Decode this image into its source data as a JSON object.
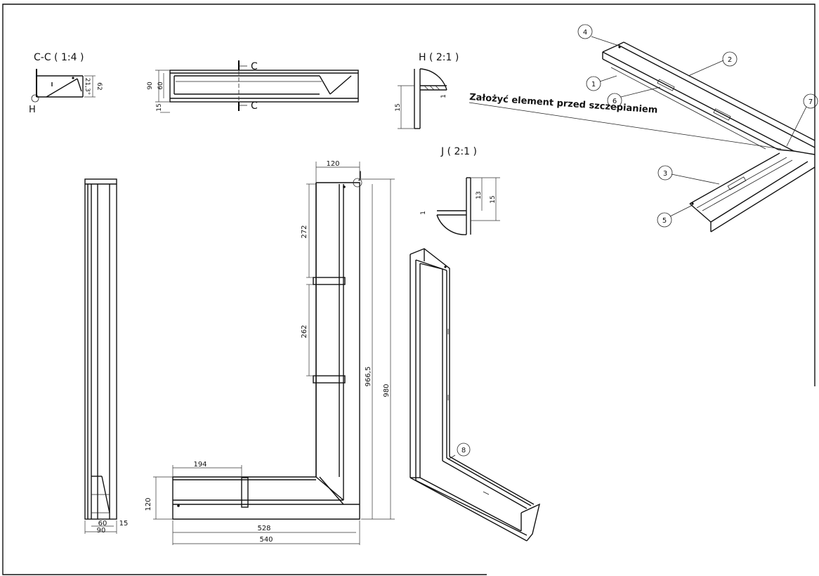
{
  "views": {
    "section_cc": {
      "title": "C-C ( 1:4 )",
      "dim_62": "62",
      "angle": "21,3°",
      "detail_ref": "H"
    },
    "top_view": {
      "dim_90": "90",
      "dim_60": "60",
      "dim_15": "15",
      "cut_label_top": "C",
      "cut_label_bottom": "C"
    },
    "detail_h": {
      "title": "H ( 2:1 )",
      "dim_15": "15",
      "dim_1": "1"
    },
    "detail_j": {
      "title": "J ( 2:1 )",
      "dim_13": "13",
      "dim_15": "15",
      "dim_1": "1"
    },
    "side_view": {
      "dim_60": "60",
      "dim_90": "90",
      "dim_15": "15"
    },
    "front_view": {
      "dim_120_top": "120",
      "detail_ref": "J",
      "dim_272": "272",
      "dim_262": "262",
      "dim_966_5": "966,5",
      "dim_980": "980",
      "dim_194": "194",
      "dim_120_left": "120",
      "dim_528": "528",
      "dim_540": "540"
    },
    "iso_view": {
      "balloon_8": "8"
    },
    "assembly": {
      "note": "Założyć element przed szczepianiem",
      "balloons": [
        "1",
        "2",
        "3",
        "4",
        "5",
        "6",
        "7"
      ]
    }
  }
}
